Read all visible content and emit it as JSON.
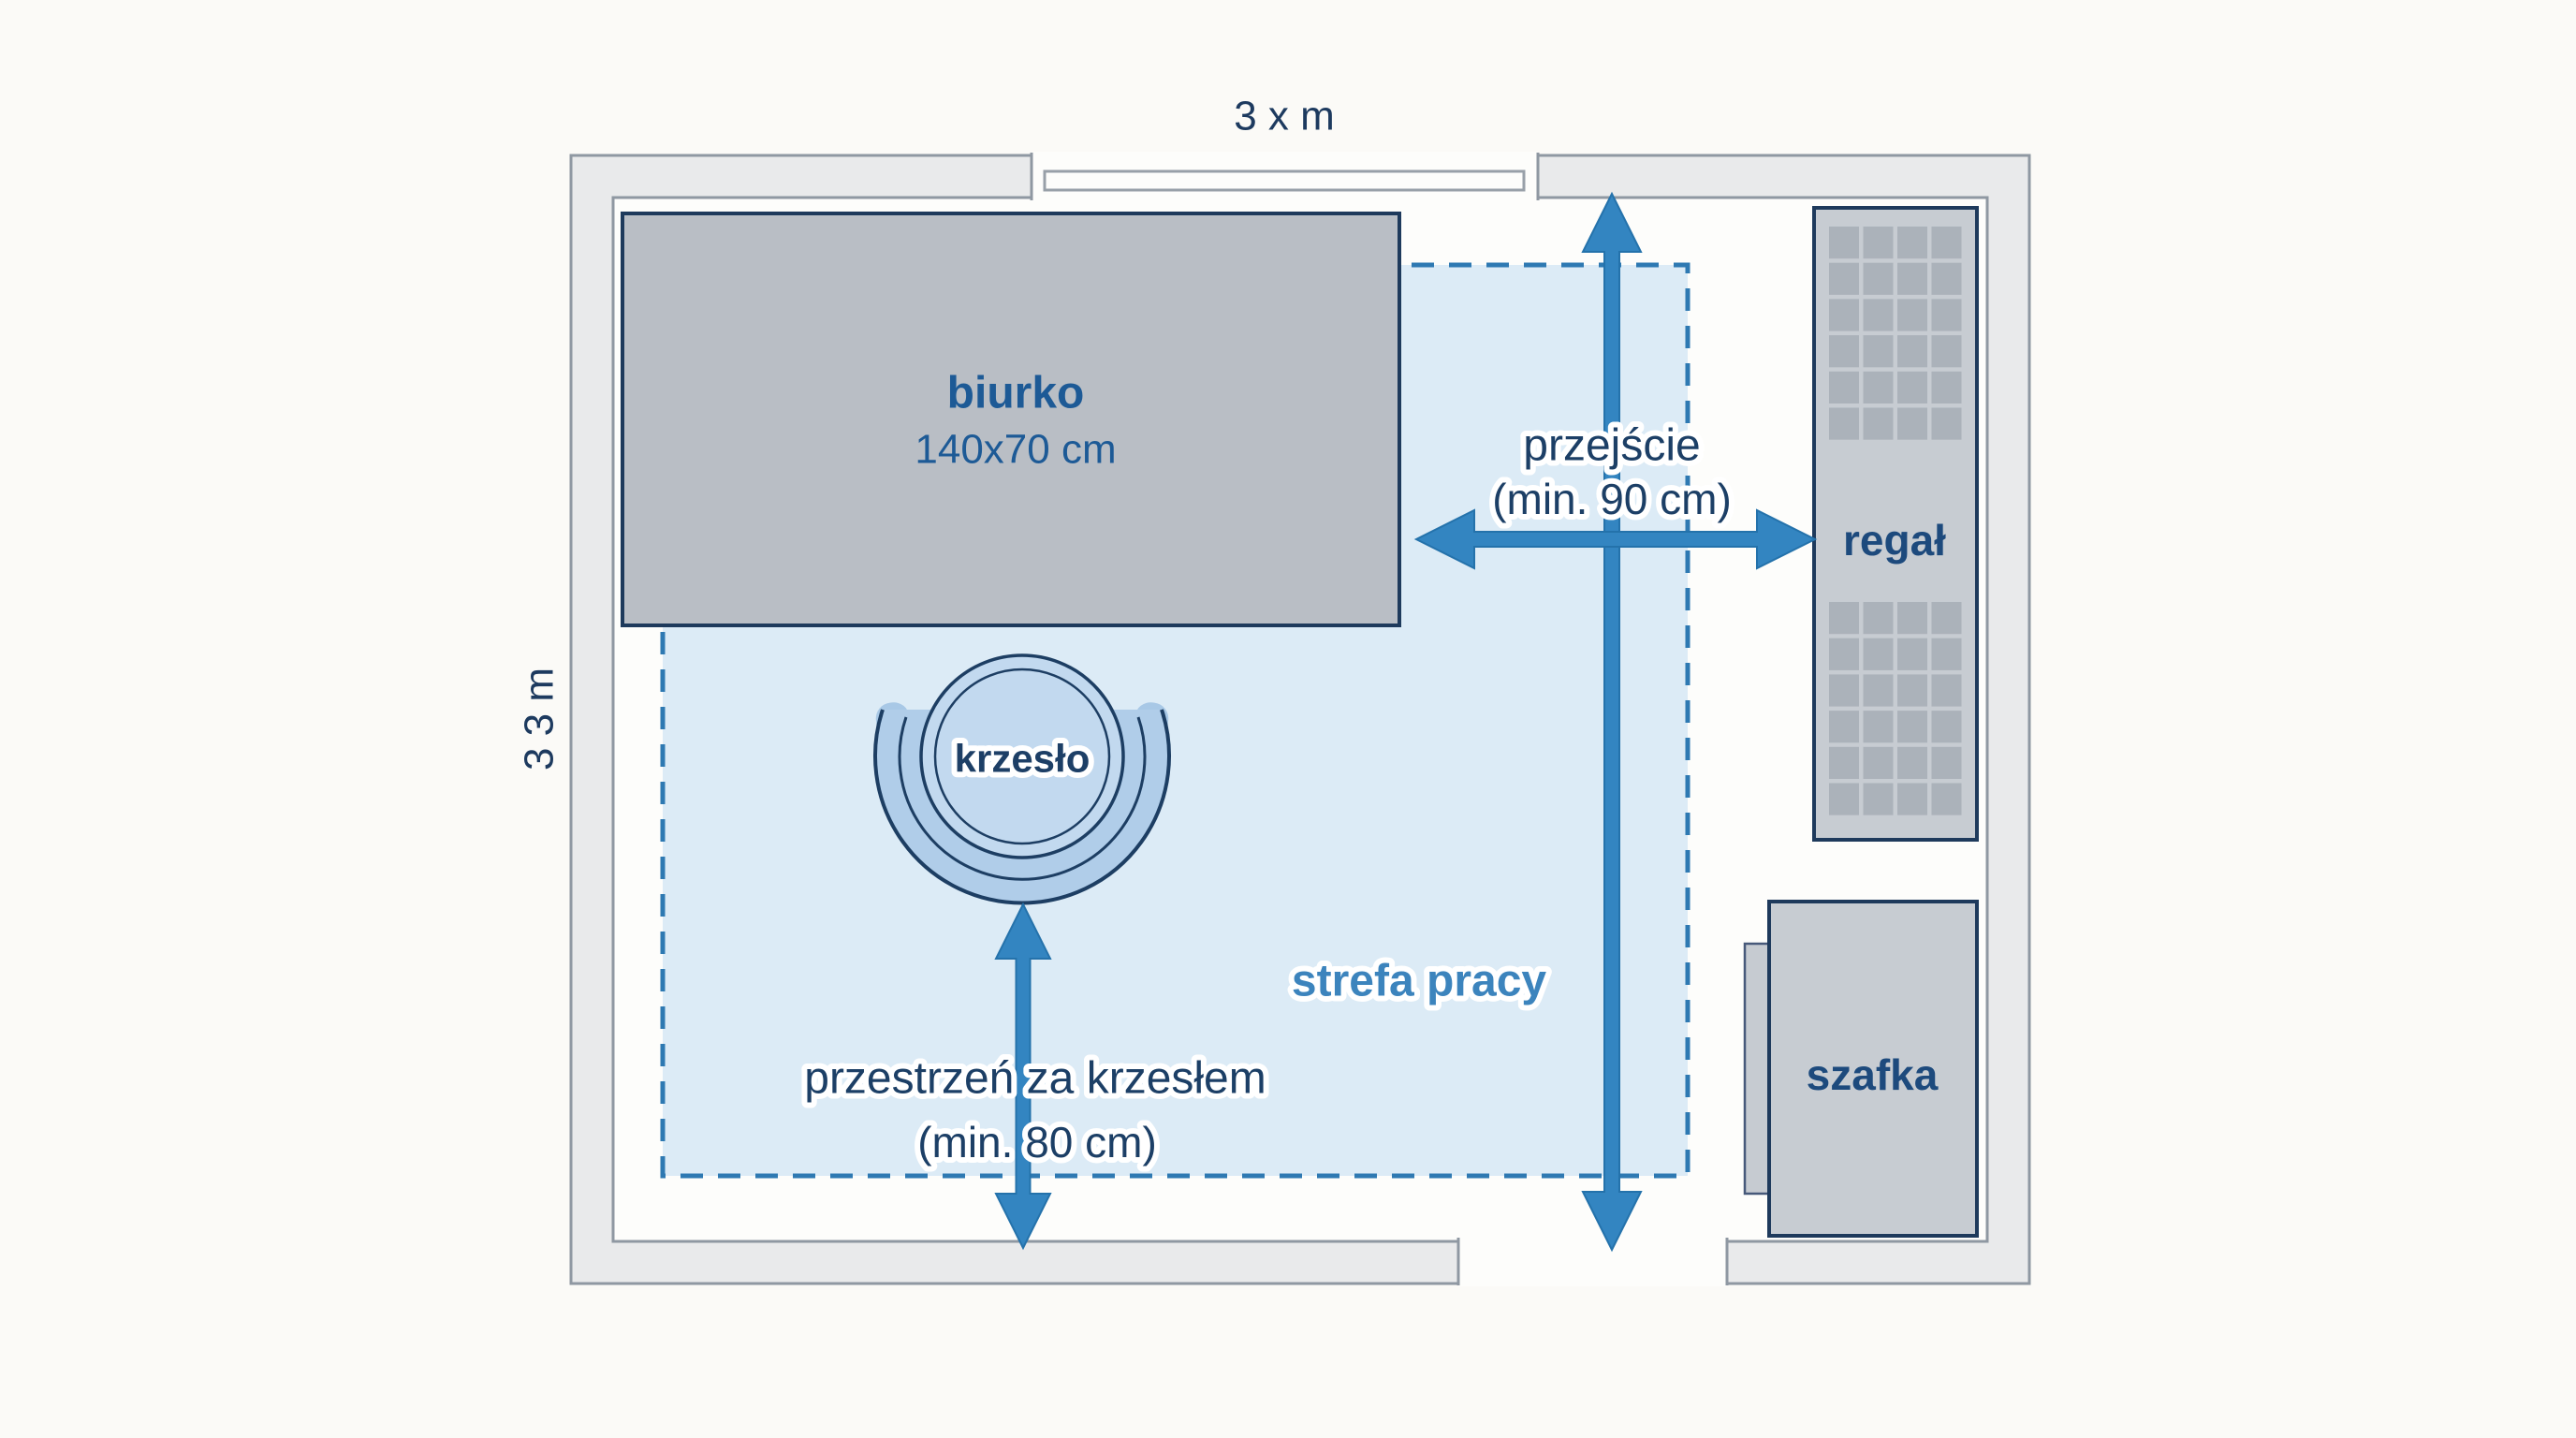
{
  "dimension_labels": {
    "width": "3 x m",
    "height": "3 3 m"
  },
  "furniture": {
    "desk": {
      "label": "biurko",
      "size": "140x70 cm"
    },
    "chair": {
      "label": "krzesło"
    },
    "shelf": {
      "label": "regał"
    },
    "cabinet": {
      "label": "szafka"
    }
  },
  "zones": {
    "work_zone": {
      "label": "strefa pracy"
    },
    "passage": {
      "label": "przejście",
      "min_width": "(min. 90 cm)"
    },
    "chair_clearance": {
      "label": "przestrzeń za krzesłem",
      "min_width": "(min. 80 cm)"
    }
  },
  "colors": {
    "background": "#fbfaf7",
    "room_floor": "#fdfdfb",
    "wall_fill": "#e9eaeb",
    "wall_border": "#8f98a2",
    "accent_blue": "#3385c1",
    "navy": "#1e3a5c",
    "desk_fill": "#b9bec5",
    "furniture_fill": "#c7ccd2",
    "shelf_cell": "#abb2ba",
    "zone_fill": "#dcebf6",
    "zone_dash": "#2e79b2",
    "chair_fill": "#c2d9ef",
    "chair_band": "#b0cde9",
    "chair_armrest": "#a8c8e6"
  }
}
